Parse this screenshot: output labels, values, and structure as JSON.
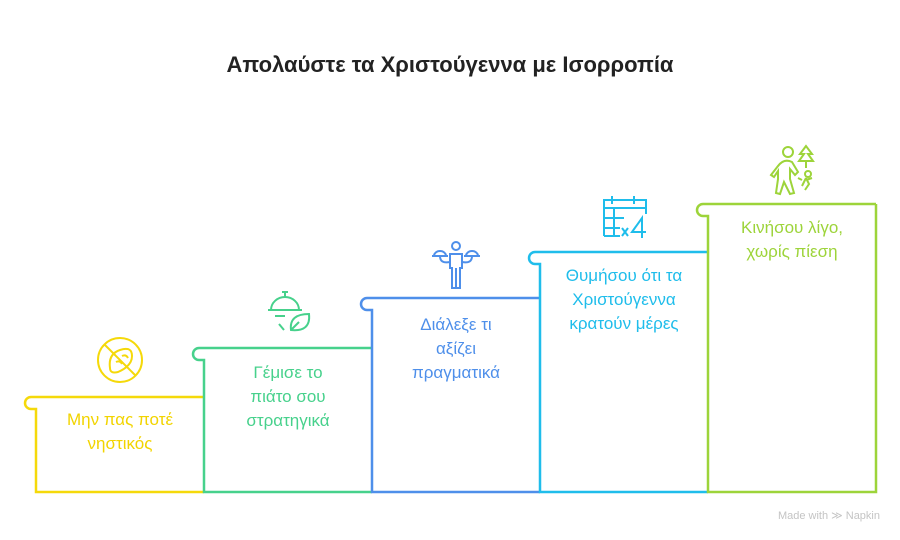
{
  "title": "Απολαύστε τα Χριστούγεννα με Ισορροπία",
  "steps": [
    {
      "label": "Μην πας ποτέ νηστικός",
      "lines": [
        "Μην πας ποτέ",
        "νηστικός"
      ],
      "icon": "no-bread-icon",
      "color": "#F5D90A"
    },
    {
      "label": "Γέμισε το πιάτο σου στρατηγικά",
      "lines": [
        "Γέμισε το",
        "πιάτο σου",
        "στρατηγικά"
      ],
      "icon": "cloche-leaf-icon",
      "color": "#47D18C"
    },
    {
      "label": "Διάλεξε τι αξίζει πραγματικά",
      "lines": [
        "Διάλεξε τι",
        "αξίζει",
        "πραγματικά"
      ],
      "icon": "waiter-trays-icon",
      "color": "#4E8FEA"
    },
    {
      "label": "Θυμήσου ότι τα Χριστούγεννα κρατούν μέρες",
      "lines": [
        "Θυμήσου ότι τα",
        "Χριστούγεννα",
        "κρατούν μέρες"
      ],
      "icon": "calendar-x4-icon",
      "color": "#1FBDEB"
    },
    {
      "label": "Κινήσου λίγο, χωρίς πίεση",
      "lines": [
        "Κινήσου λίγο,",
        "χωρίς πίεση"
      ],
      "icon": "family-walk-icon",
      "color": "#9DD43A"
    }
  ],
  "footer": {
    "text": "Made with",
    "brand": "Napkin"
  }
}
